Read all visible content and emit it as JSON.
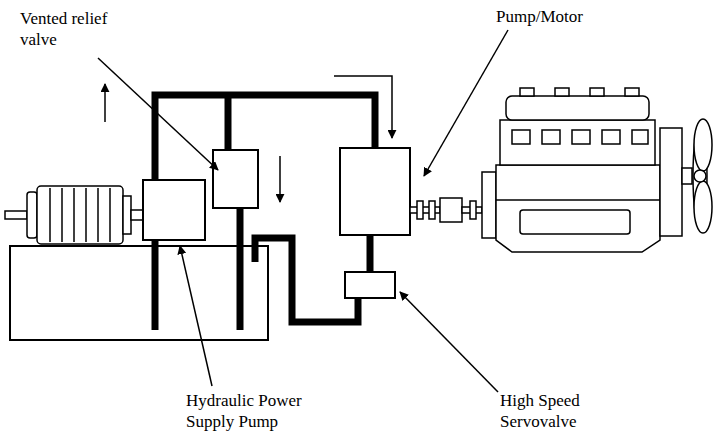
{
  "diagram": {
    "labels": [
      "Vented relief valve",
      "Pump/Motor",
      "Hydraulic Power Supply Pump",
      "High Speed Servovalve"
    ]
  }
}
